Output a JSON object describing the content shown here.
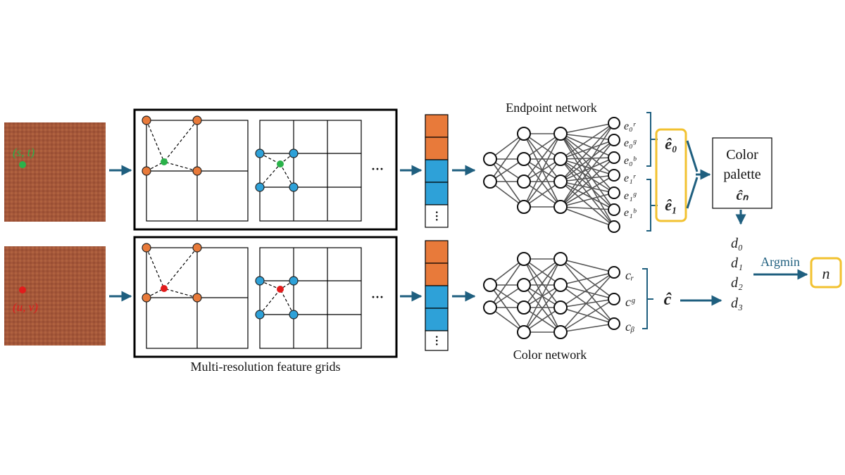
{
  "labels": {
    "top_coord": "(s, t)",
    "bottom_coord": "(u, v)",
    "grids_caption": "Multi-resolution feature grids",
    "ellipsis": "···",
    "endpoint_network": "Endpoint network",
    "color_network": "Color network",
    "e0_hat": "ê₀",
    "e1_hat": "ê₁",
    "c_hat": "ĉ",
    "palette_line1": "Color",
    "palette_line2": "palette",
    "palette_sym": "ĉₙ",
    "argmin": "Argmin",
    "n": "n"
  },
  "endpoint_outputs": [
    "e₀ʳ",
    "e₀ᵍ",
    "e₀ᵇ",
    "e₁ʳ",
    "e₁ᵍ",
    "e₁ᵇ"
  ],
  "color_outputs": [
    "cᵣ",
    "cᵍ",
    "cᵦ"
  ],
  "distances": [
    "d₀",
    "d₁",
    "d₂",
    "d₃"
  ],
  "colors": {
    "orange": "#E87A3A",
    "blue": "#2EA1D8",
    "arrow": "#1F5F7F",
    "highlight": "#F2C230",
    "texture": "#A4573A",
    "green_point": "#2AB24A",
    "red_point": "#E21B1B"
  }
}
